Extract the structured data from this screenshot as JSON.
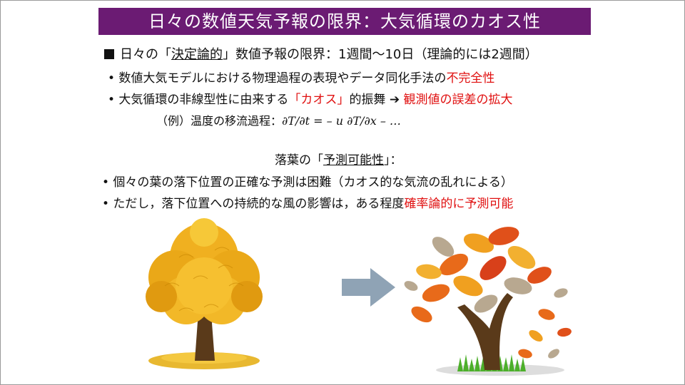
{
  "title": "日々の数値天気予報の限界：大気循環のカオス性",
  "heading": {
    "pre": "日々の「",
    "underlined": "決定論的",
    "post": "」数値予報の限界：1週間～10日（理論的には2週間）"
  },
  "bullets1": [
    {
      "text": "• 数値大気モデルにおける物理過程の表現やデータ同化手法の",
      "red": "不完全性"
    },
    {
      "text": "• 大気循環の非線型性に由来する",
      "red": "「カオス」",
      "text2": "的振舞 ",
      "arrow": "➔",
      "red2": " 観測値の誤差の拡大"
    }
  ],
  "example": {
    "label": "（例）温度の移流過程：",
    "formula": "∂T/∂t = – u ∂T/∂x – …"
  },
  "sub_heading": {
    "pre": "落葉の「",
    "underlined": "予測可能性",
    "post": "」："
  },
  "bullets2": [
    {
      "text": "• 個々の葉の落下位置の正確な予測は困難（カオス的な気流の乱れによる）"
    },
    {
      "text": "• ただし，落下位置への持続的な風の影響は，ある程度",
      "red": "確率論的に予測可能"
    }
  ],
  "colors": {
    "title_bg": "#6b1b73",
    "red": "#e01010",
    "arrow": "#8fa3b5",
    "trunk": "#5a3a1a",
    "foliage_yellow": "#f0b020",
    "foliage_orange": "#e86a1a",
    "grass": "#4caf2a"
  }
}
